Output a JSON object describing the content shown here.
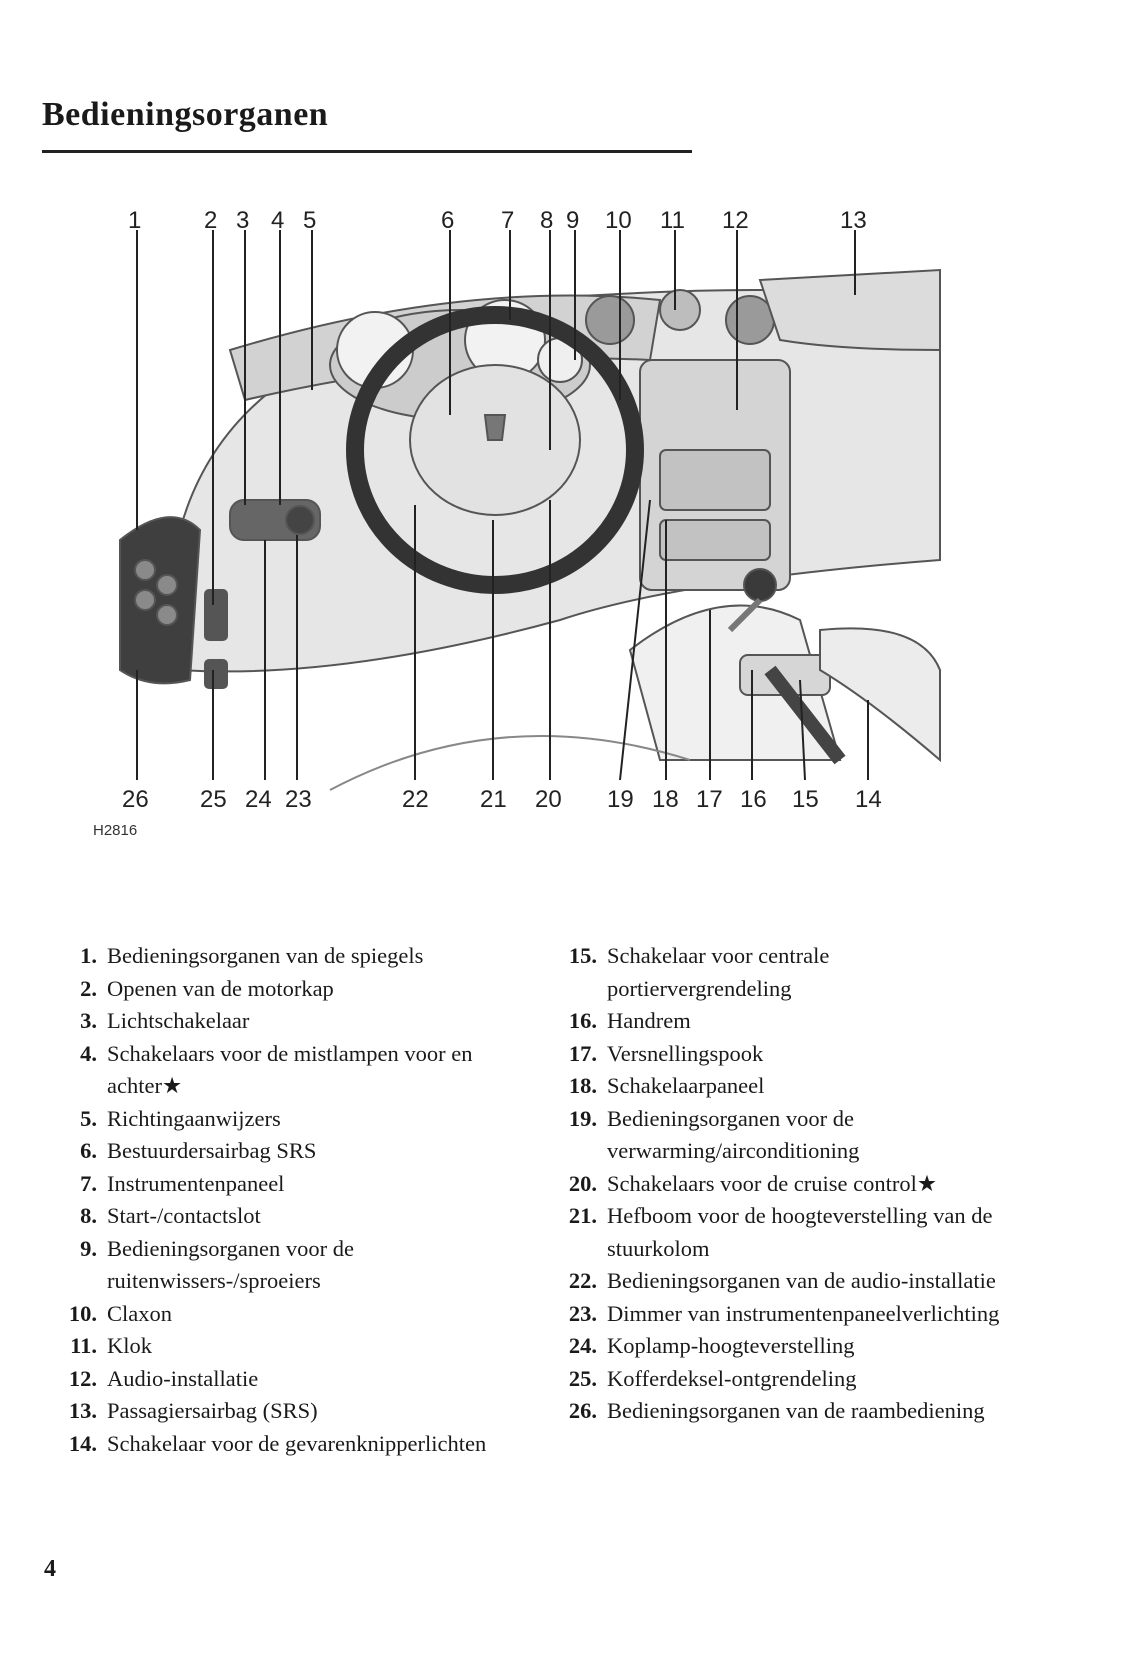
{
  "title": "Bedieningsorganen",
  "figure": {
    "id": "H2816",
    "callouts_top": [
      "1",
      "2",
      "3",
      "4",
      "5",
      "6",
      "7",
      "8",
      "9",
      "10",
      "11",
      "12",
      "13"
    ],
    "callouts_bottom": [
      "26",
      "25",
      "24",
      "23",
      "22",
      "21",
      "20",
      "19",
      "18",
      "17",
      "16",
      "15",
      "14"
    ]
  },
  "legend_left": [
    {
      "num": "1.",
      "text": "Bedieningsorganen van de spiegels"
    },
    {
      "num": "2.",
      "text": "Openen van de motorkap"
    },
    {
      "num": "3.",
      "text": "Lichtschakelaar"
    },
    {
      "num": "4.",
      "text": "Schakelaars voor de mistlampen voor en achter★"
    },
    {
      "num": "5.",
      "text": "Richtingaanwijzers"
    },
    {
      "num": "6.",
      "text": "Bestuurdersairbag SRS"
    },
    {
      "num": "7.",
      "text": "Instrumentenpaneel"
    },
    {
      "num": "8.",
      "text": "Start-/contactslot"
    },
    {
      "num": "9.",
      "text": "Bedieningsorganen voor de ruitenwissers-/sproeiers"
    },
    {
      "num": "10.",
      "text": "Claxon"
    },
    {
      "num": "11.",
      "text": "Klok"
    },
    {
      "num": "12.",
      "text": "Audio-installatie"
    },
    {
      "num": "13.",
      "text": "Passagiersairbag (SRS)"
    },
    {
      "num": "14.",
      "text": "Schakelaar voor de gevarenknipperlichten"
    }
  ],
  "legend_right": [
    {
      "num": "15.",
      "text": "Schakelaar voor centrale portiervergrendeling"
    },
    {
      "num": "16.",
      "text": "Handrem"
    },
    {
      "num": "17.",
      "text": "Versnellingspook"
    },
    {
      "num": "18.",
      "text": "Schakelaarpaneel"
    },
    {
      "num": "19.",
      "text": "Bedieningsorganen voor de verwarming/airconditioning"
    },
    {
      "num": "20.",
      "text": "Schakelaars voor de cruise control★"
    },
    {
      "num": "21.",
      "text": "Hefboom voor de hoogteverstelling van de stuurkolom"
    },
    {
      "num": "22.",
      "text": "Bedieningsorganen van de audio-installatie"
    },
    {
      "num": "23.",
      "text": "Dimmer van instrumentenpaneelverlichting"
    },
    {
      "num": "24.",
      "text": "Koplamp-hoogteverstelling"
    },
    {
      "num": "25.",
      "text": "Kofferdeksel-ontgrendeling"
    },
    {
      "num": "26.",
      "text": "Bedieningsorganen van de raambediening"
    }
  ],
  "page_number": "4"
}
